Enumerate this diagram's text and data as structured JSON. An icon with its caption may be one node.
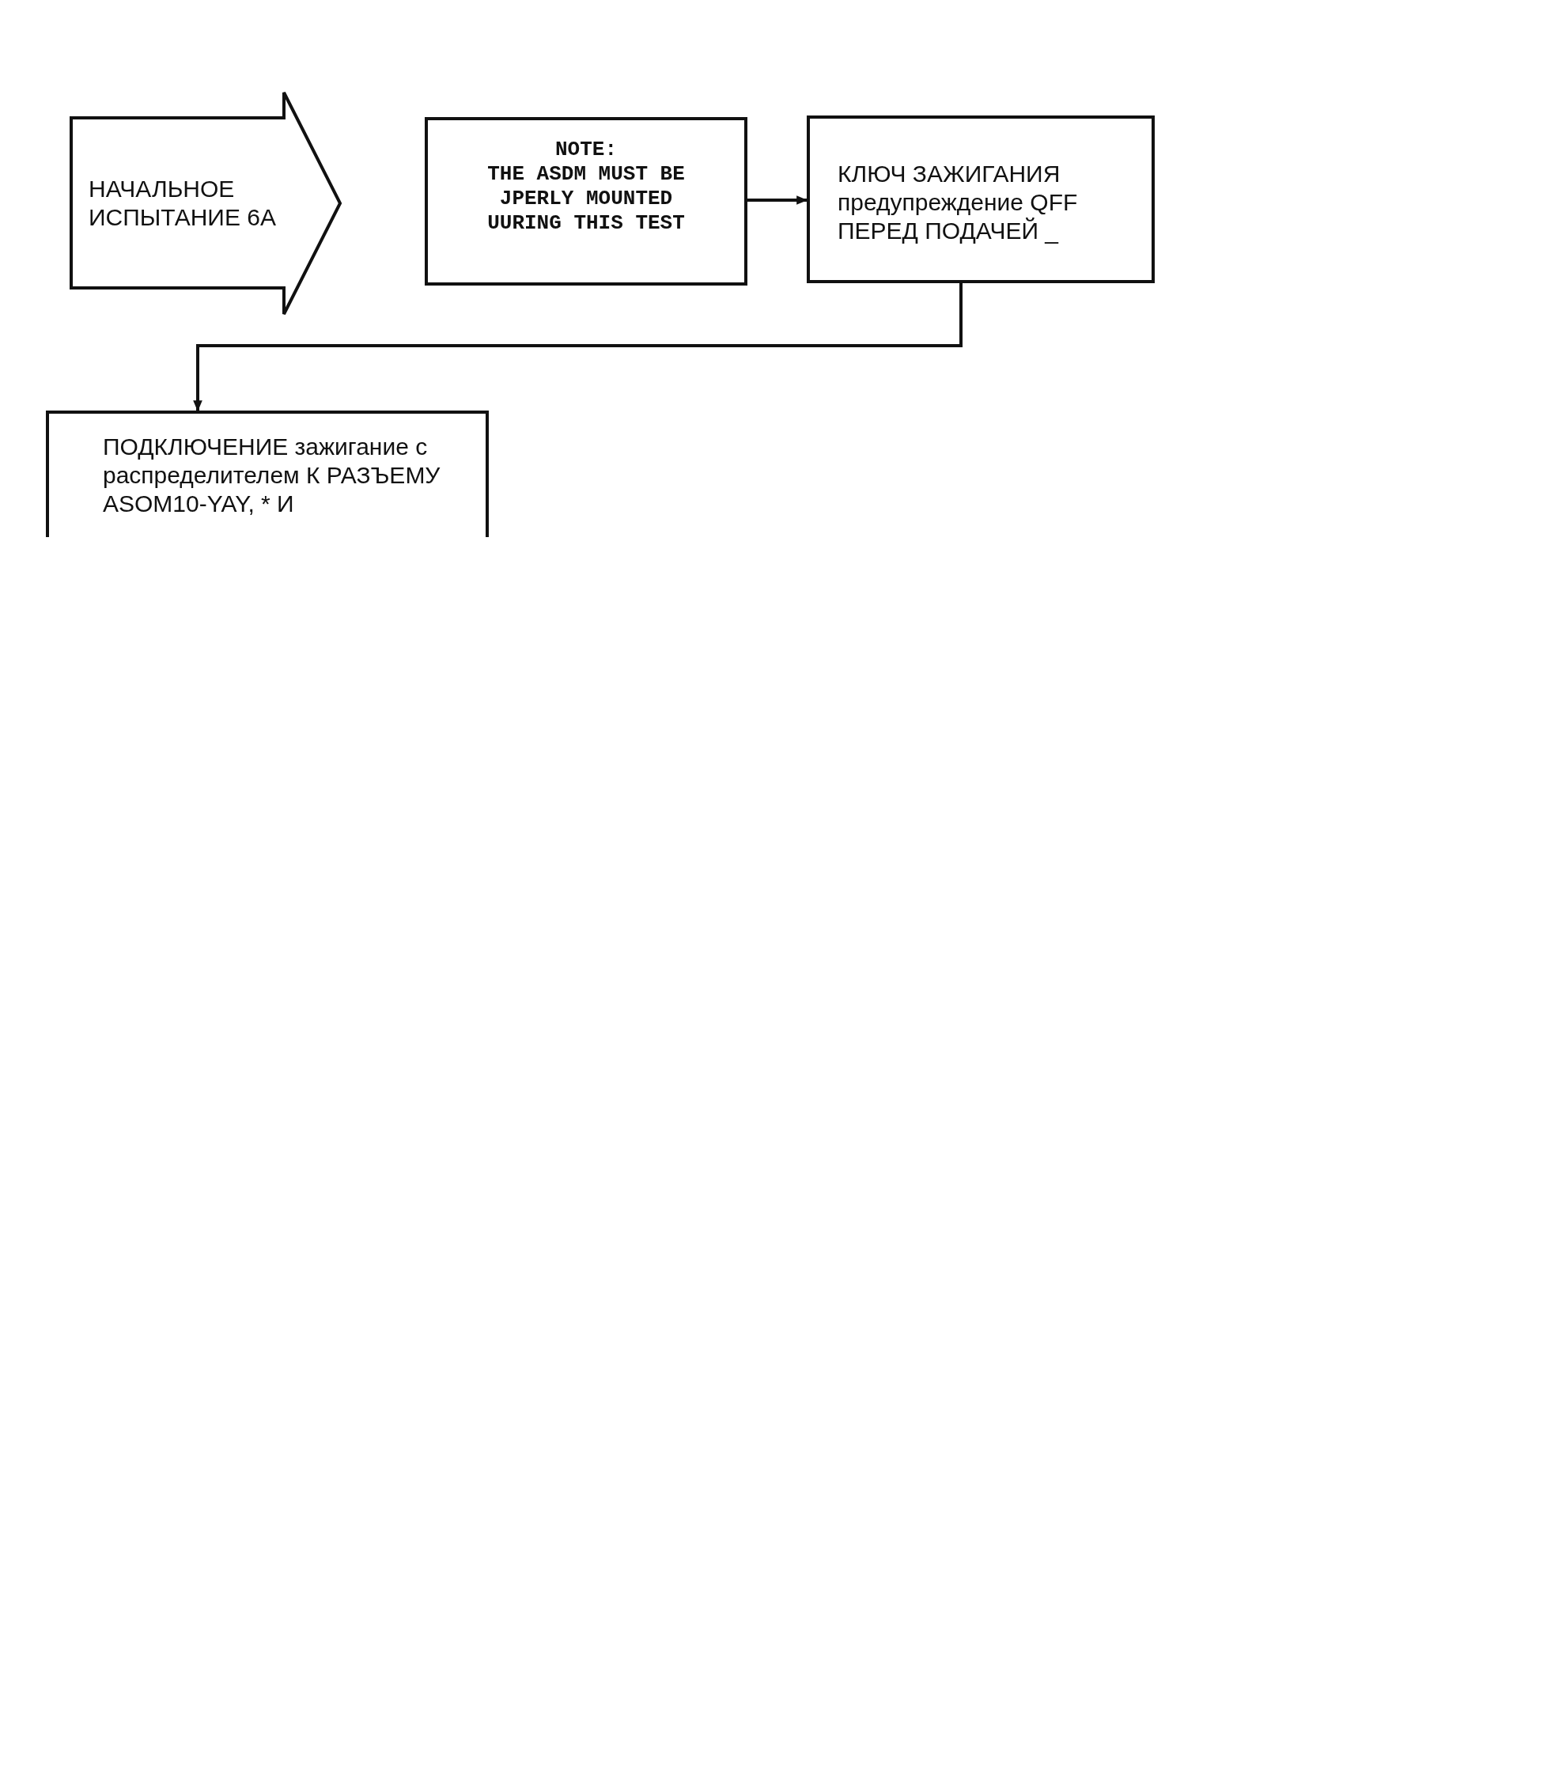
{
  "diagram": {
    "nodes": [
      {
        "text": [
          "НАЧАЛЬНОЕ ИСПЫТАНИЕ 6A"
        ]
      },
      {
        "text": [
          "NOTE:",
          "THE ASDM MUST BE JPERLY MOUNTED UURING THIS TEST"
        ]
      },
      {
        "text": [
          "КЛЮЧ ЗАЖИГАНИЯ предупреждение QFF ПЕРЕД ПОДАЧЕЙ _"
        ]
      },
      {
        "text": [
          "ПОДКЛЮЧЕНИЕ зажигание с распределителем К РАЗЪЕМУ ASOM10-YAY, * И"
        ]
      }
    ],
    "edges": [
      {
        "from": 1,
        "to": 2,
        "arrow": "to"
      },
      {
        "from": 2,
        "to": 3,
        "arrow": "to"
      }
    ]
  }
}
